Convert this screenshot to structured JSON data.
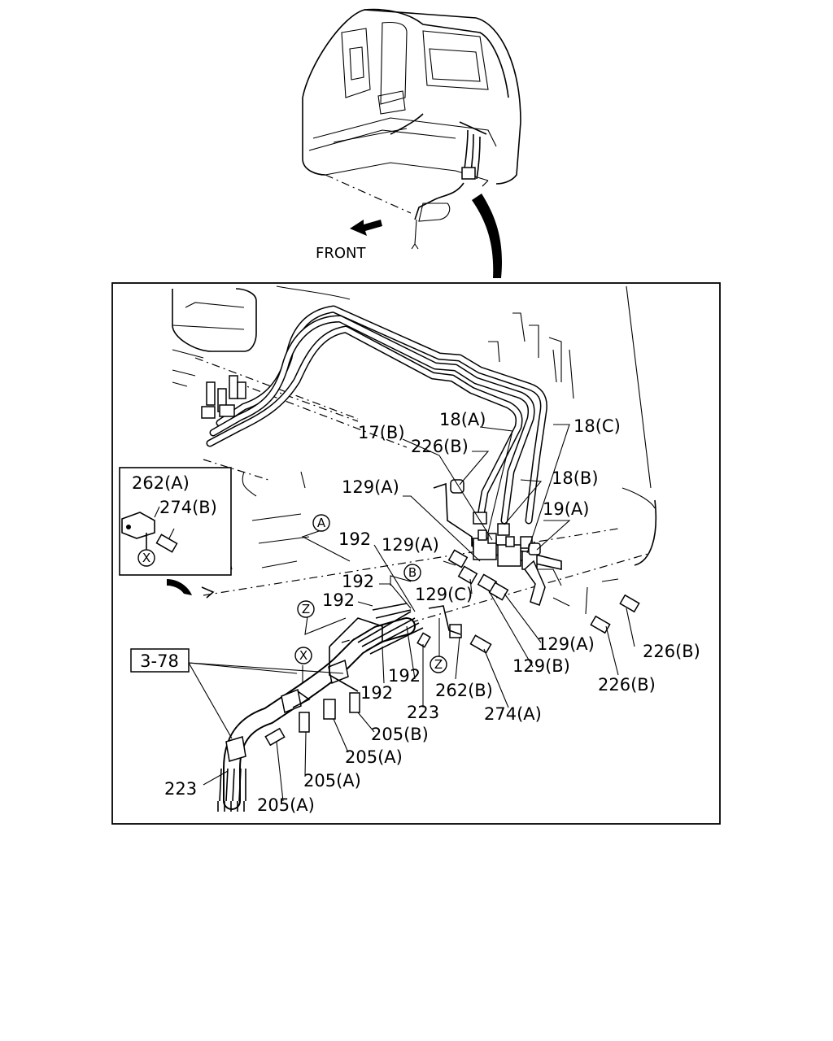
{
  "overview": {
    "front_label": "FRONT"
  },
  "inset": {
    "labels": {
      "l262A": "262(A)",
      "l274B": "274(B)",
      "x": "X"
    }
  },
  "ref_box": {
    "label": "3-78"
  },
  "markers": {
    "a": "A",
    "b": "B",
    "z1": "Z",
    "z2": "Z",
    "x": "X"
  },
  "callouts": {
    "c18A": "18(A)",
    "c18C": "18(C)",
    "c17B": "17(B)",
    "c226B_1": "226(B)",
    "c18B": "18(B)",
    "c129A_1": "129(A)",
    "c19A": "19(A)",
    "c192_1": "192",
    "c129A_2": "129(A)",
    "c192_2": "192",
    "c129C": "129(C)",
    "c192_3": "192",
    "c129A_3": "129(A)",
    "c226B_2": "226(B)",
    "c129B": "129(B)",
    "c226B_3": "226(B)",
    "c192_4": "192",
    "c262B": "262(B)",
    "c192_5": "192",
    "c223_1": "223",
    "c274A": "274(A)",
    "c205B": "205(B)",
    "c205A_1": "205(A)",
    "c205A_2": "205(A)",
    "c223_2": "223",
    "c205A_3": "205(A)"
  }
}
